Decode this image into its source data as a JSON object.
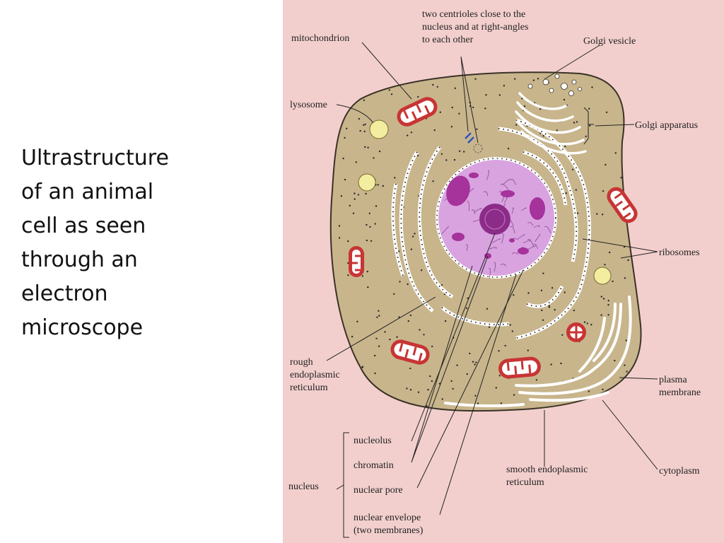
{
  "slide": {
    "title_lines": [
      "Ultrastructure",
      "of an animal",
      "cell as seen",
      "through an",
      "electron",
      "microscope"
    ]
  },
  "diagram": {
    "labels": {
      "centrioles": [
        "two centrioles close to the",
        "nucleus and at right-angles",
        "to each other"
      ],
      "mitochondrion": "mitochondrion",
      "golgi_vesicle": "Golgi vesicle",
      "lysosome": "lysosome",
      "golgi_apparatus": "Golgi apparatus",
      "ribosomes": "ribosomes",
      "rough_er": [
        "rough",
        "endoplasmic",
        "reticulum"
      ],
      "plasma_membrane": [
        "plasma",
        "membrane"
      ],
      "nucleolus": "nucleolus",
      "chromatin": "chromatin",
      "nucleus": "nucleus",
      "nuclear_pore": "nuclear pore",
      "nuclear_envelope": [
        "nuclear envelope",
        "(two membranes)"
      ],
      "smooth_er": [
        "smooth endoplasmic",
        "reticulum"
      ],
      "cytoplasm": "cytoplasm"
    },
    "colors": {
      "background": "#f2cfcd",
      "cytoplasm": "#c8b58c",
      "nucleus": "#d9a3e0",
      "chromatin": "#a6329c",
      "mitochondria": "#c83434",
      "lysosome": "#f3eda0"
    }
  }
}
